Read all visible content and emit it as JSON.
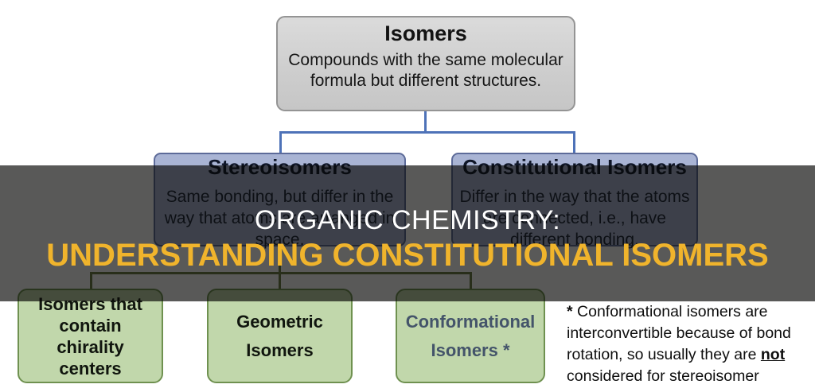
{
  "banner": {
    "line1": "ORGANIC CHEMISTRY:",
    "line2": "UNDERSTANDING CONSTITUTIONAL ISOMERS",
    "line1_color": "#ffffff",
    "line2_color": "#f0b42c"
  },
  "diagram": {
    "root": {
      "title": "Isomers",
      "body": "Compounds with the same molecular formula but different structures."
    },
    "branches": [
      {
        "title": "Stereoisomers",
        "body": "Same bonding, but differ in the way that atoms are arranged in space."
      },
      {
        "title": "Constitutional Isomers",
        "body": "Differ in the way that the atoms are connected, i.e., have different bonding."
      }
    ],
    "leaves": [
      {
        "label": "Isomers that contain chirality centers"
      },
      {
        "label": "Geometric Isomers"
      },
      {
        "label": "Conformational Isomers *"
      }
    ],
    "note": {
      "marker": "*",
      "text_before": " Conformational isomers are interconvertible because of bond rotation, so usually they are ",
      "emphasis": "not",
      "text_after": " considered for stereoisomer purpose."
    },
    "colors": {
      "root_fill": "#d4d4d4",
      "branch_fill": "#a9b4d4",
      "leaf_fill": "#c1d7ab",
      "blue_connector": "#4e72b8",
      "green_connector": "#6b7d44",
      "overlay": "rgba(8,8,6,0.67)",
      "conformational_text": "#44546a"
    }
  }
}
